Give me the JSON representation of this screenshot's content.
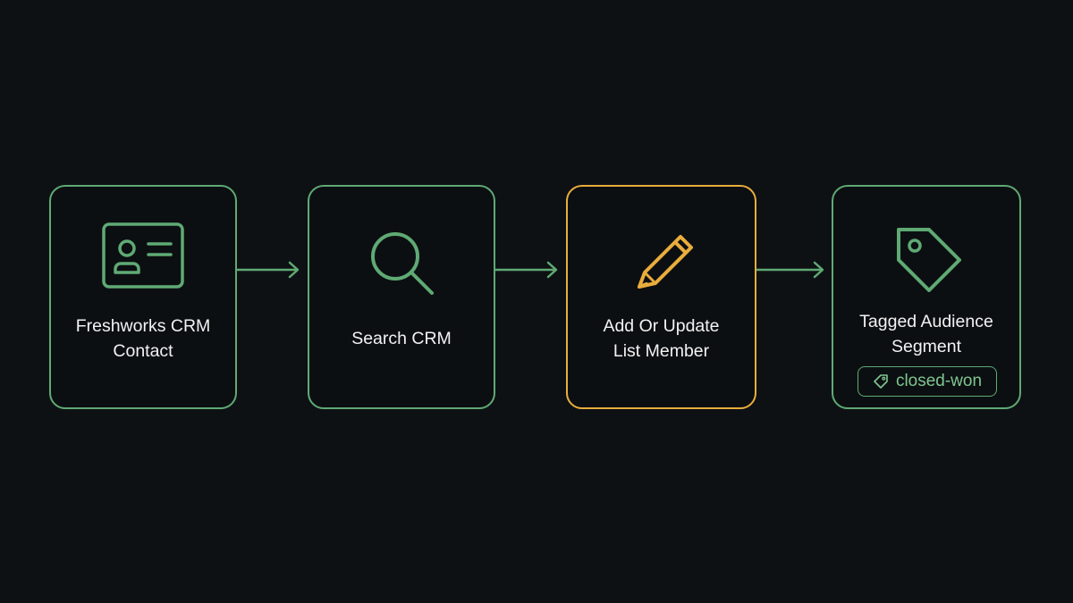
{
  "colors": {
    "background": "#0e1114",
    "node_border": "#5faa74",
    "active_border": "#e9ad3c",
    "text": "#f2f2f2",
    "tag_text": "#7fc690"
  },
  "nodes": [
    {
      "label": "Freshworks CRM\nContact",
      "icon": "contact-card-icon"
    },
    {
      "label": "Search CRM",
      "icon": "search-icon"
    },
    {
      "label": "Add Or Update\nList Member",
      "icon": "pencil-icon",
      "active": true
    },
    {
      "label": "Tagged Audience\nSegment",
      "icon": "tag-icon",
      "tag": {
        "label": "closed-won",
        "icon": "tag-icon"
      }
    }
  ]
}
